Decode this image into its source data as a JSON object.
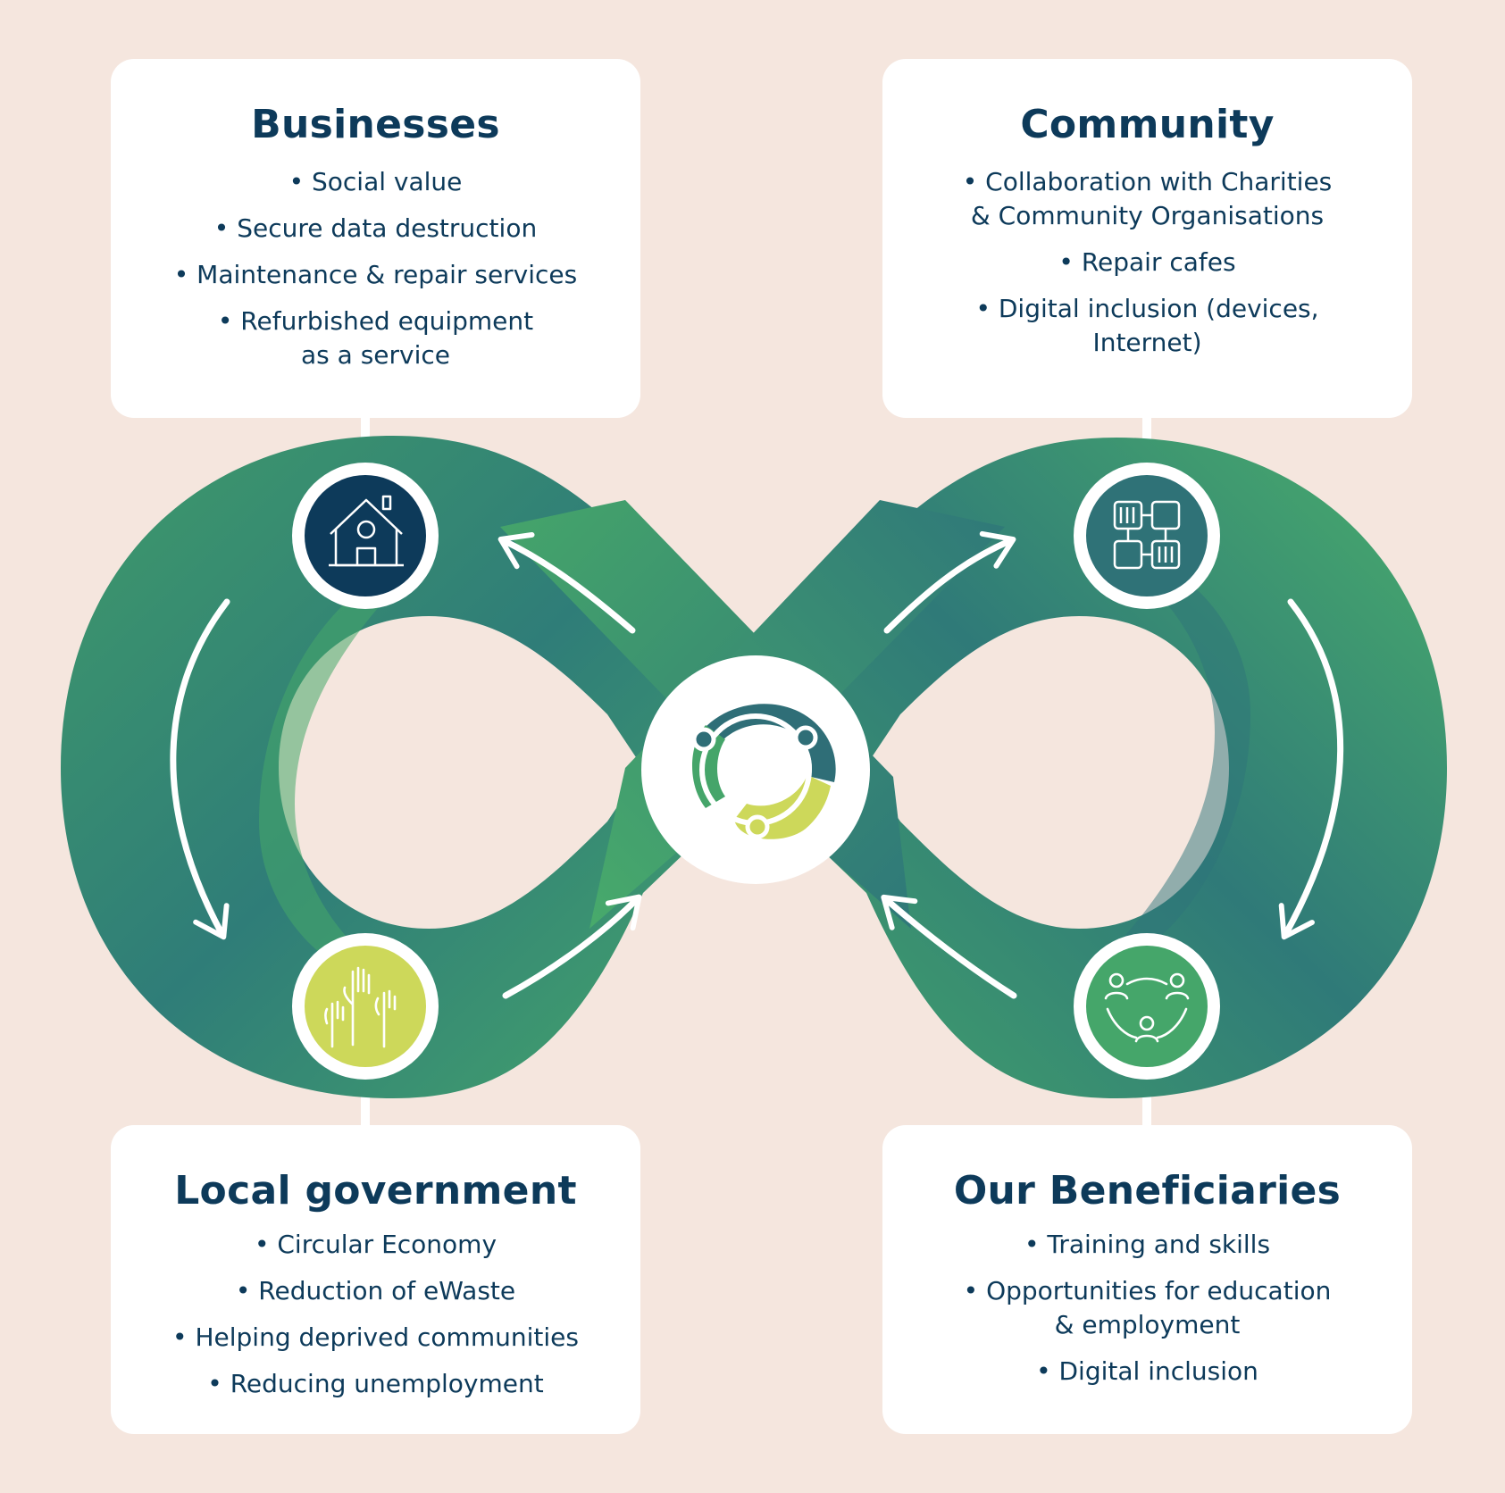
{
  "colors": {
    "background": "#f5e6de",
    "navy": "#0d3a5a",
    "green": "#45a56a",
    "teal": "#2e7579",
    "lime": "#c9d65a",
    "white": "#ffffff"
  },
  "cards": {
    "businesses": {
      "title": "Businesses",
      "items": [
        {
          "text": "Social value"
        },
        {
          "text": "Secure data destruction"
        },
        {
          "text": "Maintenance & repair services"
        },
        {
          "text": "Refurbished equipment",
          "text2": "as a service"
        }
      ],
      "icon": "house-icon"
    },
    "community": {
      "title": "Community",
      "items": [
        {
          "text": "Collaboration with Charities",
          "text2": "& Community Organisations"
        },
        {
          "text": "Repair cafes"
        },
        {
          "text": "Digital inclusion (devices,",
          "text2": "Internet)"
        }
      ],
      "icon": "linked-hands-icon"
    },
    "local_government": {
      "title": "Local government",
      "items": [
        {
          "text": "Circular Economy"
        },
        {
          "text": "Reduction of eWaste"
        },
        {
          "text": "Helping deprived communities"
        },
        {
          "text": "Reducing unemployment"
        }
      ],
      "icon": "raised-hands-icon"
    },
    "beneficiaries": {
      "title": "Our Beneficiaries",
      "items": [
        {
          "text": "Training and skills"
        },
        {
          "text": "Opportunities for education",
          "text2": "& employment"
        },
        {
          "text": "Digital inclusion"
        }
      ],
      "icon": "people-circle-icon"
    }
  },
  "center_icon": "circular-logo-icon"
}
